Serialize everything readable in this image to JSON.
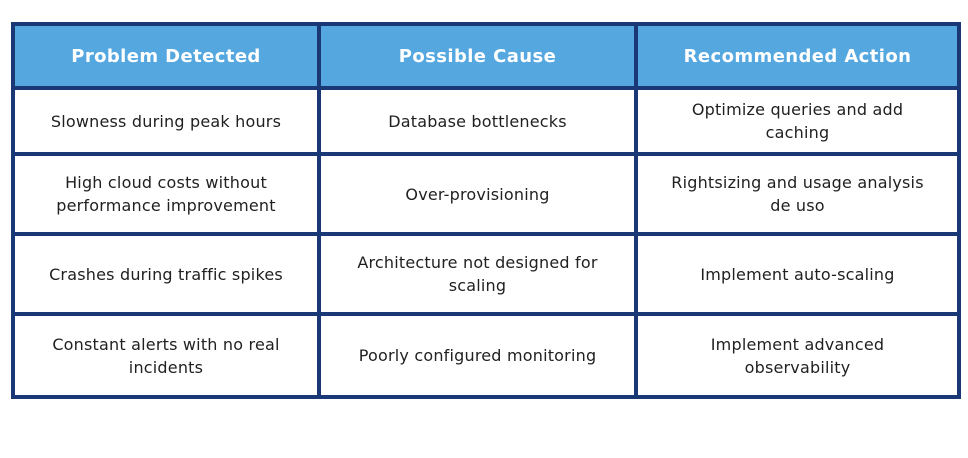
{
  "colors": {
    "header_background": "#55A7E0",
    "header_text": "#FFFFFF",
    "border": "#1B3876",
    "body_text": "#212121",
    "page_background": "#FFFFFF"
  },
  "chart_data": {
    "type": "table",
    "columns": [
      "Problem Detected",
      "Possible Cause",
      "Recommended Action"
    ],
    "rows": [
      [
        "Slowness during peak hours",
        "Database bottlenecks",
        "Optimize queries and add caching"
      ],
      [
        "High cloud costs without performance improvement",
        "Over-provisioning",
        "Rightsizing and usage analysis de uso"
      ],
      [
        "Crashes during traffic spikes",
        "Architecture not designed for scaling",
        "Implement auto-scaling"
      ],
      [
        "Constant alerts with no real incidents",
        "Poorly configured monitoring",
        "Implement advanced observability"
      ]
    ]
  }
}
